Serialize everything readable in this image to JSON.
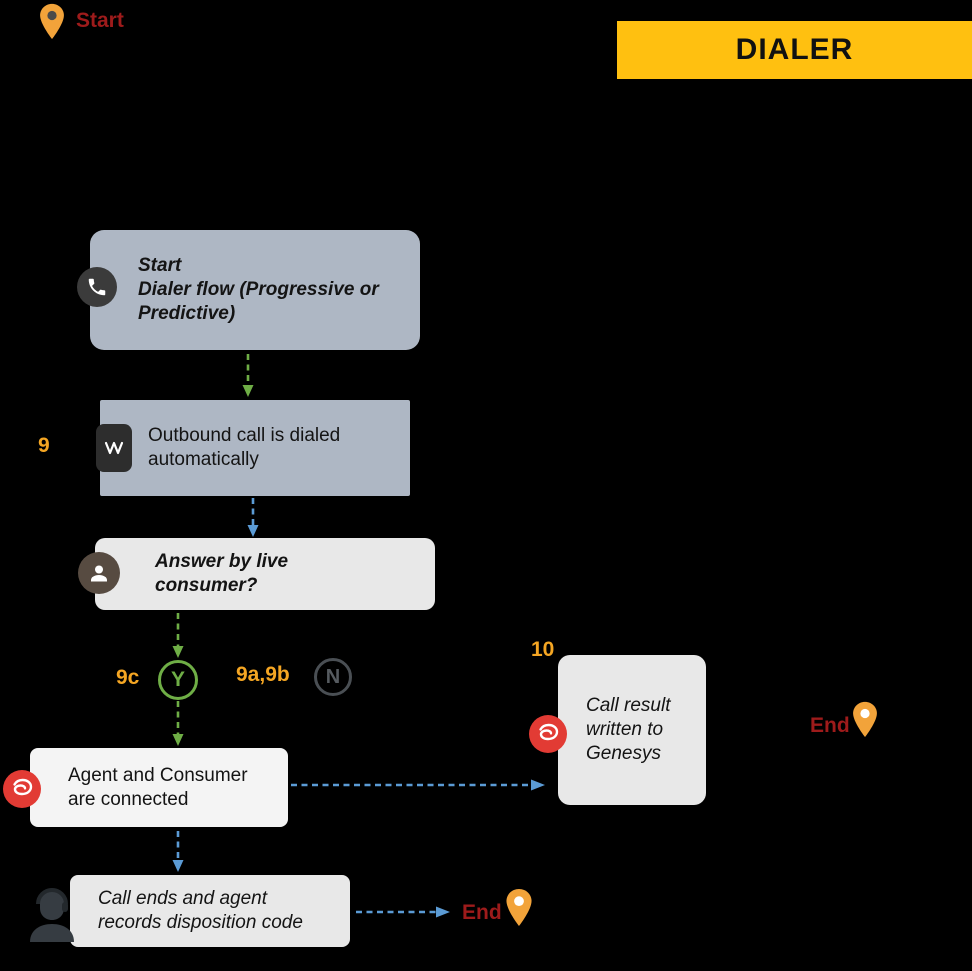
{
  "colors": {
    "bg": "#000000",
    "banner_bg": "#FFC010",
    "banner_text": "#111111",
    "box_blue": "#AEB7C4",
    "box_gray": "#E8E8E8",
    "box_white": "#F4F4F4",
    "arrow_green": "#6FAE46",
    "arrow_blue": "#5B9BD5",
    "label_orange": "#F5A623",
    "end_red": "#9E1B1B",
    "pin_orange": "#F2A33A",
    "genesys_red": "#E23B34",
    "icon_dark": "#3B3B3B"
  },
  "banner": {
    "title": "DIALER"
  },
  "legend": {
    "start_label": "Start"
  },
  "nodes": {
    "start_flow": {
      "title": "Start",
      "subtitle": "Dialer flow (Progressive or Predictive)"
    },
    "outbound": {
      "step": "9",
      "label": "Outbound call is dialed automatically"
    },
    "answer": {
      "label": "Answer by live consumer?"
    },
    "connected": {
      "label": "Agent and Consumer are connected"
    },
    "call_result": {
      "step": "10",
      "label": "Call result written to Genesys"
    },
    "call_ends": {
      "label": "Call ends and agent records disposition code"
    }
  },
  "decision": {
    "yes_step": "9c",
    "yes_label": "Y",
    "no_step": "9a,9b",
    "no_label": "N"
  },
  "markers": {
    "end_right": "End",
    "end_bottom": "End"
  }
}
